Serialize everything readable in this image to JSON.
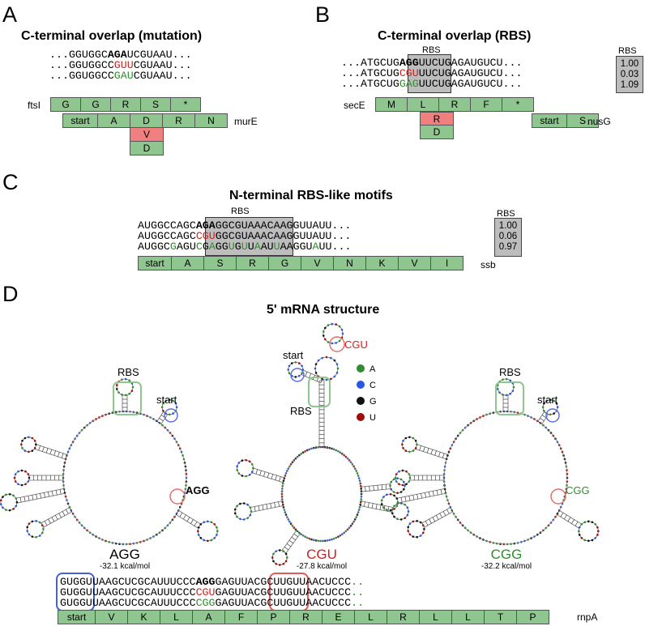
{
  "panels": {
    "A": {
      "letter": "A",
      "title": "C-terminal overlap (mutation)",
      "seqs": [
        {
          "parts": [
            {
              "t": "...GGUGGC"
            },
            {
              "t": "AGA",
              "c": "b"
            },
            {
              "t": "UCGUAAU..."
            }
          ]
        },
        {
          "parts": [
            {
              "t": "...GGUGGCC"
            },
            {
              "t": "GUU",
              "c": "r"
            },
            {
              "t": "CGUAAU..."
            }
          ]
        },
        {
          "parts": [
            {
              "t": "...GGUGGCC"
            },
            {
              "t": "GAU",
              "c": "g"
            },
            {
              "t": "CGUAAU..."
            }
          ]
        }
      ],
      "gene_top": "ftsI",
      "gene_bottom": "murE",
      "row_top": [
        "G",
        "G",
        "R",
        "S",
        "*"
      ],
      "row_bottom": [
        "start",
        "A",
        "D",
        "R",
        "N"
      ],
      "mut_red": "V",
      "mut_green": "D"
    },
    "B": {
      "letter": "B",
      "title": "C-terminal overlap (RBS)",
      "rbs_label": "RBS",
      "seqs": [
        {
          "parts": [
            {
              "t": "...ATGCUG"
            },
            {
              "t": "AGG",
              "c": "b"
            },
            {
              "t": "UUCUGAGAUGUCU..."
            }
          ]
        },
        {
          "parts": [
            {
              "t": "...ATGCUG"
            },
            {
              "t": "CGU",
              "c": "r"
            },
            {
              "t": "UUCUGAGAUGUCU..."
            }
          ]
        },
        {
          "parts": [
            {
              "t": "...ATGCUG"
            },
            {
              "t": "GAG",
              "c": "g"
            },
            {
              "t": "UUCUGAGAUGUCU..."
            }
          ]
        }
      ],
      "rbs_header": "RBS",
      "rbs_values": [
        "1.00",
        "0.03",
        "1.09"
      ],
      "gene_left": "secE",
      "gene_right": "nusG",
      "row_main": [
        "M",
        "L",
        "R",
        "F",
        "*"
      ],
      "mut_red": "R",
      "mut_green": "D",
      "row_nusg": [
        "start",
        "S"
      ]
    },
    "C": {
      "letter": "C",
      "title": "N-terminal RBS-like motifs",
      "rbs_label": "RBS",
      "seqs": [
        {
          "parts": [
            {
              "t": "AUGGCCAGC"
            },
            {
              "t": "AGA",
              "c": "b"
            },
            {
              "t": "GGCGUAAACAAGGUUAUU..."
            }
          ]
        },
        {
          "parts": [
            {
              "t": "AUGGCCAGC"
            },
            {
              "t": "CGU",
              "c": "r"
            },
            {
              "t": "GGCGUAAACAAGGUUAUU..."
            }
          ]
        },
        {
          "parts": [
            {
              "t": "AUGGC"
            },
            {
              "t": "G",
              "c": "g"
            },
            {
              "t": "AGU"
            },
            {
              "t": "C",
              "c": "g"
            },
            {
              "t": "G"
            },
            {
              "t": "A",
              "c": "g"
            },
            {
              "t": "GG"
            },
            {
              "t": "U",
              "c": "g"
            },
            {
              "t": "G"
            },
            {
              "t": "U",
              "c": "g"
            },
            {
              "t": "U"
            },
            {
              "t": "A",
              "c": "g"
            },
            {
              "t": "AU"
            },
            {
              "t": "U",
              "c": "g"
            },
            {
              "t": "AAGGU"
            },
            {
              "t": "A",
              "c": "g"
            },
            {
              "t": "UU..."
            }
          ]
        }
      ],
      "rbs_header": "RBS",
      "rbs_values": [
        "1.00",
        "0.06",
        "0.97"
      ],
      "gene": "ssb",
      "row": [
        "start",
        "A",
        "S",
        "R",
        "G",
        "V",
        "N",
        "K",
        "V",
        "I"
      ]
    },
    "D": {
      "letter": "D",
      "title": "5' mRNA structure",
      "legend": [
        {
          "base": "A",
          "color": "#2f8c2f"
        },
        {
          "base": "C",
          "color": "#2b56e0"
        },
        {
          "base": "G",
          "color": "#111111"
        },
        {
          "base": "U",
          "color": "#a00c0c"
        }
      ],
      "structures": [
        {
          "name": "AGG",
          "energy": "-32.1 kcal/mol",
          "color": "#000000",
          "codon": "AGG",
          "rbs": "RBS",
          "start": "start"
        },
        {
          "name": "CGU",
          "energy": "-27.8 kcal/mol",
          "color": "#d01f1f",
          "codon": "CGU",
          "rbs": "RBS",
          "start": "start"
        },
        {
          "name": "CGG",
          "energy": "-32.2 kcal/mol",
          "color": "#2f8c2f",
          "codon": "CGG",
          "rbs": "RBS",
          "start": "start"
        }
      ],
      "seqs": [
        {
          "parts": [
            {
              "t": "GUGGUUAAGCUCGCAUUUCCC"
            },
            {
              "t": "AGG",
              "c": "b"
            },
            {
              "t": "GAGUUACGCUUGUUAACUCCC"
            },
            {
              "t": "..",
              "c": "g"
            }
          ]
        },
        {
          "parts": [
            {
              "t": "GUGGUUAAGCUCGCAUUUCCC"
            },
            {
              "t": "CGU",
              "c": "r"
            },
            {
              "t": "GAGUUACGCUUGUUAACUCCC"
            },
            {
              "t": "..",
              "c": "g"
            }
          ]
        },
        {
          "parts": [
            {
              "t": "GUGGUUAAGCUCGCAUUUCCC"
            },
            {
              "t": "CGG",
              "c": "g"
            },
            {
              "t": "GAGUUACGCUUGUUAACUCCC"
            },
            {
              "t": "..",
              "c": "g"
            }
          ]
        }
      ],
      "gene": "rnpA",
      "row": [
        "start",
        "V",
        "K",
        "L",
        "A",
        "F",
        "P",
        "R",
        "E",
        "L",
        "R",
        "L",
        "L",
        "T",
        "P"
      ]
    }
  }
}
